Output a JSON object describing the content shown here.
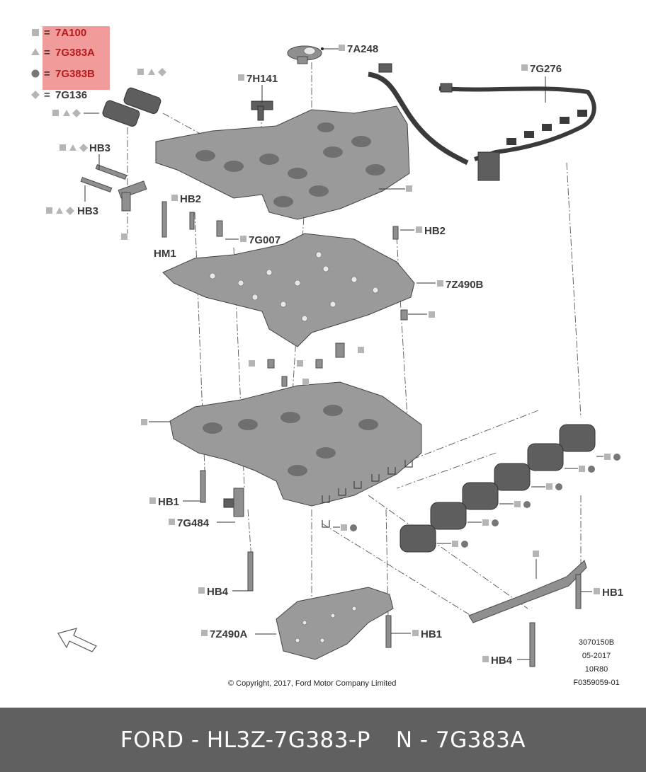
{
  "legend": [
    {
      "symbol": "square",
      "label": "7A100"
    },
    {
      "symbol": "triangle",
      "label": "7G383A"
    },
    {
      "symbol": "circle",
      "label": "7G383B"
    },
    {
      "symbol": "diamond",
      "label": "7G136"
    }
  ],
  "legend_eq": "=",
  "callouts": {
    "c7A248": "7A248",
    "c7H141": "7H141",
    "c7G276": "7G276",
    "cHB3a": "HB3",
    "cHB3b": "HB3",
    "cHB2a": "HB2",
    "cHM1": "HM1",
    "c7G007": "7G007",
    "cHB2b": "HB2",
    "c7Z490B": "7Z490B",
    "cHB1a": "HB1",
    "c7G484": "7G484",
    "cHB4a": "HB4",
    "c7Z490A": "7Z490A",
    "cHB1b": "HB1",
    "cHB1c": "HB1",
    "cHB4b": "HB4"
  },
  "info": {
    "line1": "3070150B",
    "line2": "05-2017",
    "line3": "10R80",
    "line4": "F0359059-01"
  },
  "copyright": "© Copyright, 2017, Ford Motor Company Limited",
  "footer": {
    "left": "FORD - HL3Z-7G383-P",
    "right": "N - 7G383A"
  },
  "colors": {
    "highlight": "#f08a8a",
    "highlight_text": "#b71c1c",
    "footer_bg": "#606060",
    "part_gray": "#8f8f8f"
  }
}
